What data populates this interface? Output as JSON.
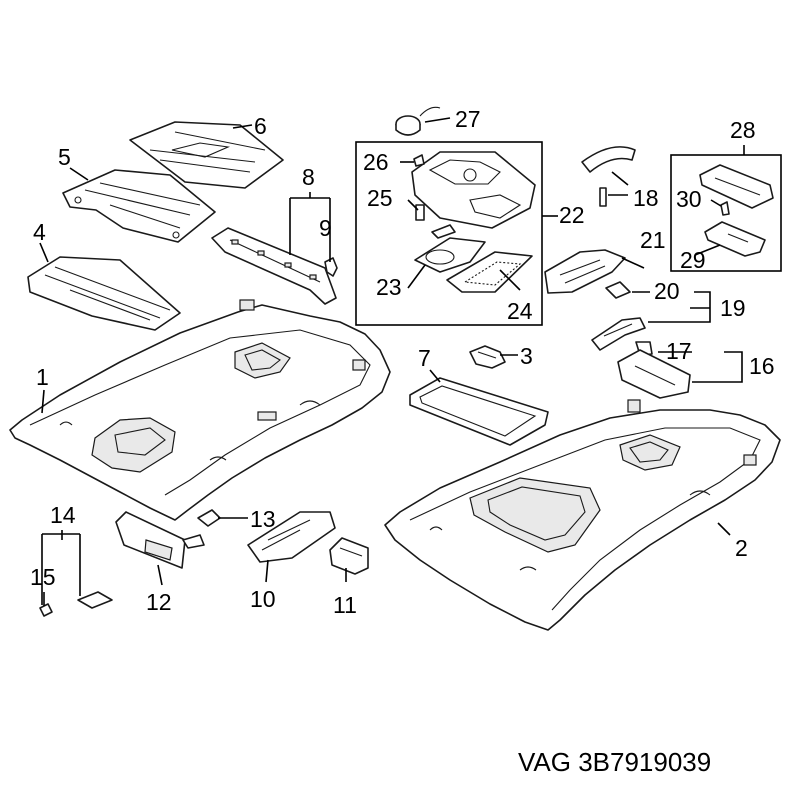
{
  "callouts": [
    {
      "id": "1",
      "label": "1"
    },
    {
      "id": "2",
      "label": "2"
    },
    {
      "id": "3",
      "label": "3"
    },
    {
      "id": "4",
      "label": "4"
    },
    {
      "id": "5",
      "label": "5"
    },
    {
      "id": "6",
      "label": "6"
    },
    {
      "id": "7",
      "label": "7"
    },
    {
      "id": "8",
      "label": "8"
    },
    {
      "id": "9",
      "label": "9"
    },
    {
      "id": "10",
      "label": "10"
    },
    {
      "id": "11",
      "label": "11"
    },
    {
      "id": "12",
      "label": "12"
    },
    {
      "id": "13",
      "label": "13"
    },
    {
      "id": "14",
      "label": "14"
    },
    {
      "id": "15",
      "label": "15"
    },
    {
      "id": "16",
      "label": "16"
    },
    {
      "id": "17",
      "label": "17"
    },
    {
      "id": "18",
      "label": "18"
    },
    {
      "id": "19",
      "label": "19"
    },
    {
      "id": "20",
      "label": "20"
    },
    {
      "id": "21",
      "label": "21"
    },
    {
      "id": "22",
      "label": "22"
    },
    {
      "id": "23",
      "label": "23"
    },
    {
      "id": "24",
      "label": "24"
    },
    {
      "id": "25",
      "label": "25"
    },
    {
      "id": "26",
      "label": "26"
    },
    {
      "id": "27",
      "label": "27"
    },
    {
      "id": "28",
      "label": "28"
    },
    {
      "id": "29",
      "label": "29"
    },
    {
      "id": "30",
      "label": "30"
    }
  ],
  "caption": "VAG 3B7919039"
}
